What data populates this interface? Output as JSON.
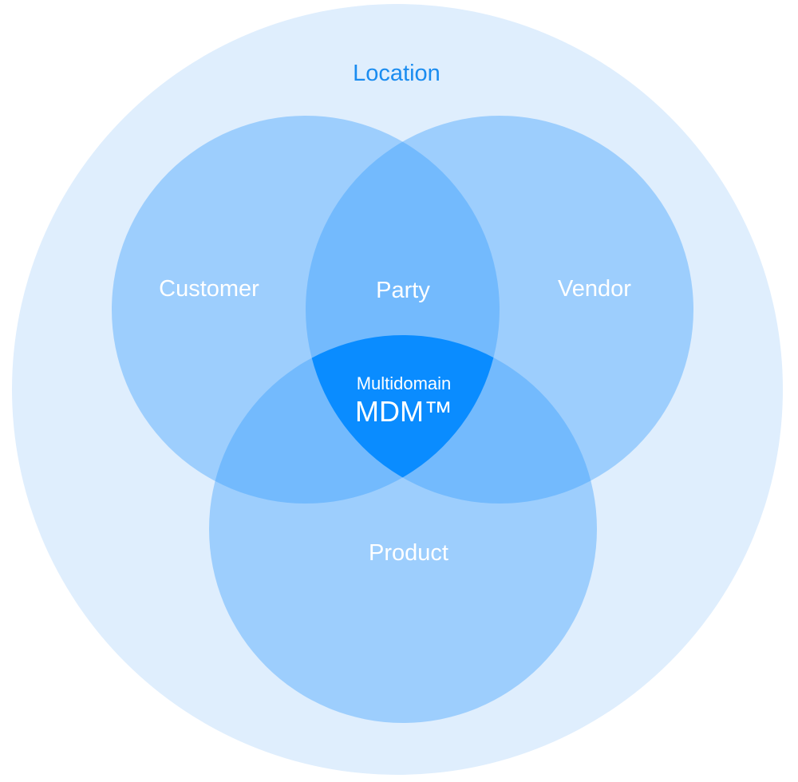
{
  "diagram": {
    "type": "venn",
    "outer_set": {
      "label": "Location",
      "color": "#dfeefd",
      "label_color": "#1a8cf0"
    },
    "sets": [
      {
        "id": "customer",
        "label": "Customer"
      },
      {
        "id": "vendor",
        "label": "Vendor"
      },
      {
        "id": "product",
        "label": "Product"
      }
    ],
    "set_color": "#9dcefd",
    "pair_overlap_color": "#73bafd",
    "intersections": [
      {
        "sets": [
          "customer",
          "vendor"
        ],
        "label": "Party"
      }
    ],
    "center": {
      "sets": [
        "customer",
        "vendor",
        "product"
      ],
      "line1": "Multidomain",
      "line2": "MDM™",
      "color": "#0a8cff"
    }
  }
}
